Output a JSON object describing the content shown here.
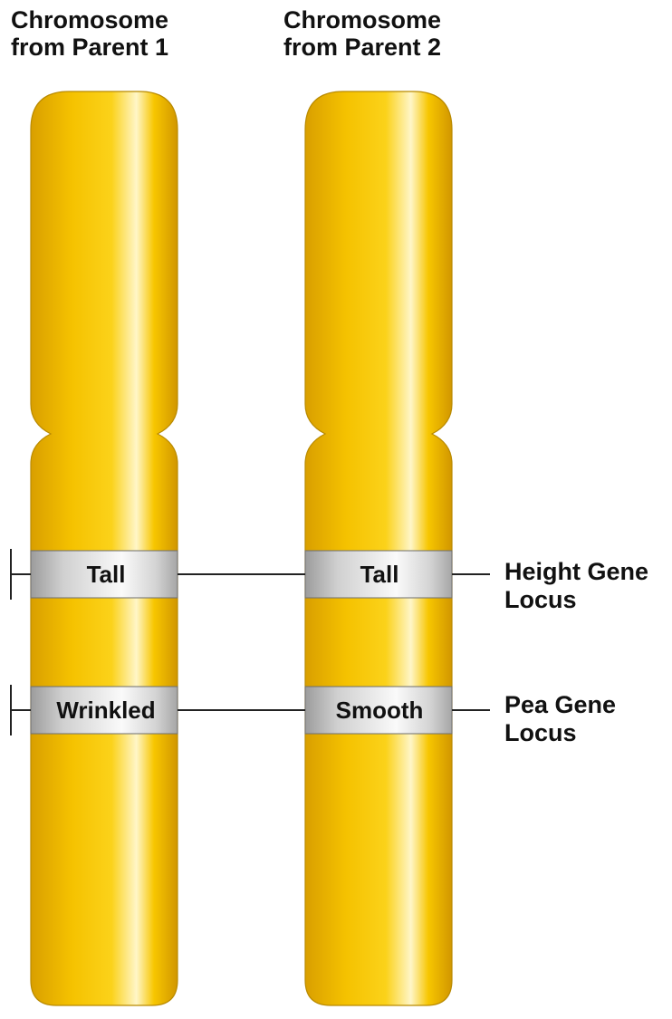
{
  "headings": {
    "parent1": {
      "line1": "Chromosome",
      "line2": "from Parent 1"
    },
    "parent2": {
      "line1": "Chromosome",
      "line2": "from Parent 2"
    }
  },
  "chromosomes": [
    {
      "id": "parent1",
      "bands": [
        {
          "locus": "height",
          "allele": "Tall"
        },
        {
          "locus": "pea",
          "allele": "Wrinkled"
        }
      ]
    },
    {
      "id": "parent2",
      "bands": [
        {
          "locus": "height",
          "allele": "Tall"
        },
        {
          "locus": "pea",
          "allele": "Smooth"
        }
      ]
    }
  ],
  "locus_labels": {
    "height": {
      "line1": "Height Gene",
      "line2": "Locus"
    },
    "pea": {
      "line1": "Pea Gene",
      "line2": "Locus"
    }
  },
  "colors": {
    "chromosome_body": "#F5C200",
    "chromosome_highlight": "#FFF6C8",
    "chromosome_edge": "#B98A00",
    "band_fill": "#D6D6D6",
    "band_highlight": "#FAFAFA",
    "band_edge": "#6E6E6E",
    "line": "#222222"
  }
}
